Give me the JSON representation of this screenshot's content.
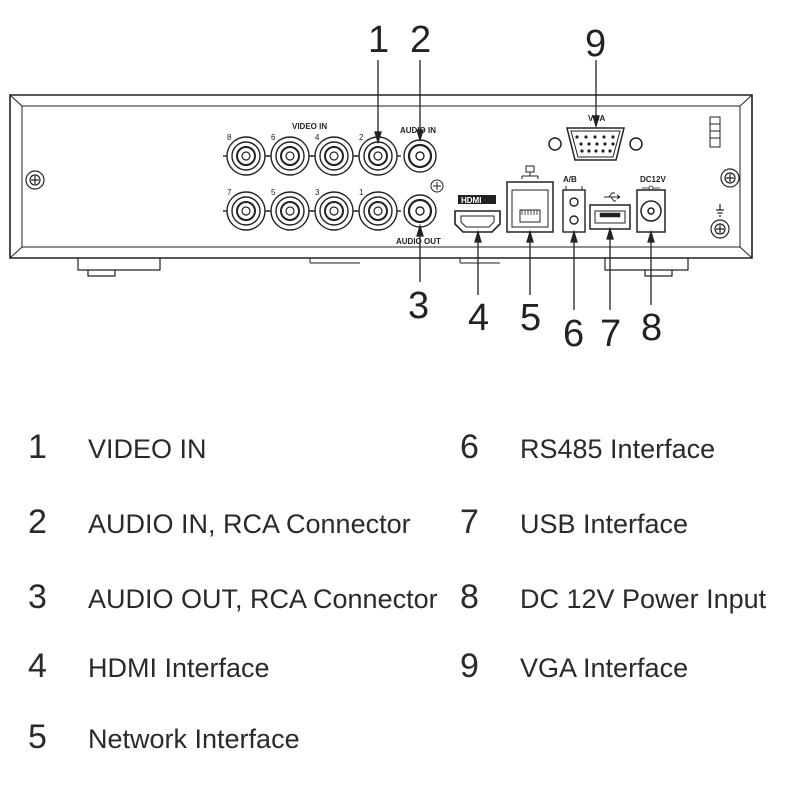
{
  "panel": {
    "video_in_label": "VIDEO IN",
    "audio_in_label": "AUDIO IN",
    "audio_out_label": "AUDIO OUT",
    "vga_label": "VGA",
    "ab_label": "A/B",
    "dc_label": "DC12V",
    "hdmi_label": "HDMI",
    "video_port_numbers": [
      "8",
      "6",
      "4",
      "2",
      "7",
      "5",
      "3",
      "1"
    ]
  },
  "callouts": [
    "1",
    "2",
    "3",
    "4",
    "5",
    "6",
    "7",
    "8",
    "9"
  ],
  "legend": [
    {
      "num": "1",
      "text": "VIDEO IN"
    },
    {
      "num": "2",
      "text": "AUDIO IN, RCA Connector"
    },
    {
      "num": "3",
      "text": "AUDIO OUT, RCA Connector"
    },
    {
      "num": "4",
      "text": "HDMI Interface"
    },
    {
      "num": "5",
      "text": "Network Interface"
    },
    {
      "num": "6",
      "text": "RS485 Interface"
    },
    {
      "num": "7",
      "text": "USB Interface"
    },
    {
      "num": "8",
      "text": "DC 12V Power Input"
    },
    {
      "num": "9",
      "text": "VGA Interface"
    }
  ]
}
